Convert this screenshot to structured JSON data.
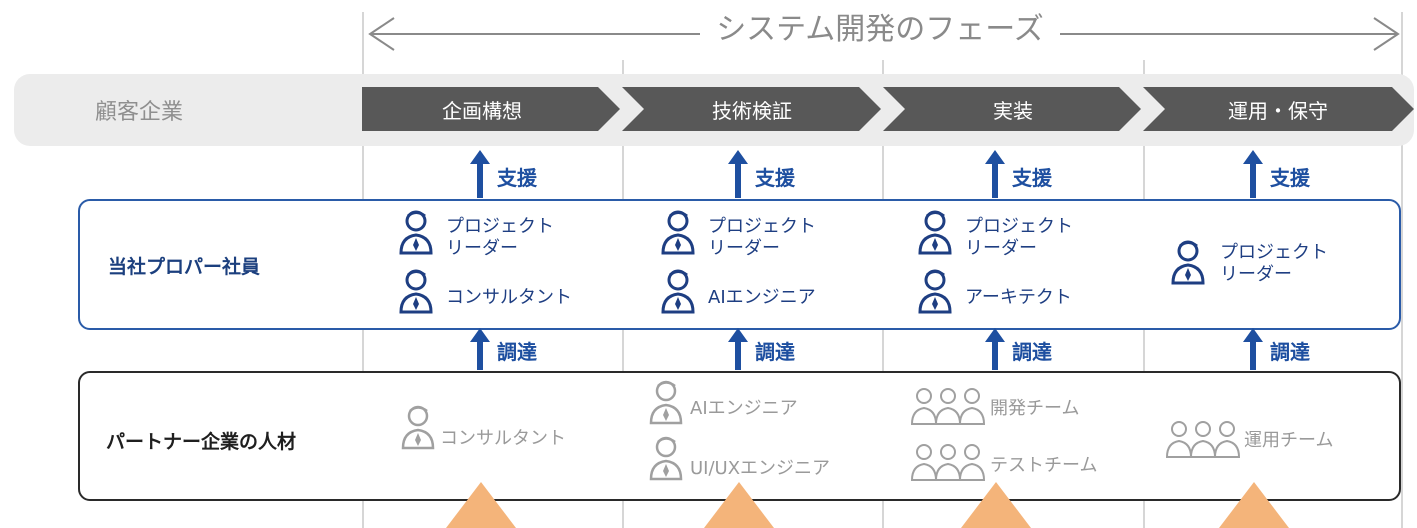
{
  "title": "システム開発のフェーズ",
  "client": {
    "label": "顧客企業"
  },
  "phases": [
    {
      "label": "企画構想"
    },
    {
      "label": "技術検証"
    },
    {
      "label": "実装"
    },
    {
      "label": "運用・保守"
    }
  ],
  "support_label": "支援",
  "procure_label": "調達",
  "own": {
    "label": "当社プロパー社員",
    "columns": [
      {
        "items": [
          {
            "label": "プロジェクト\nリーダー"
          },
          {
            "label": "コンサルタント"
          }
        ]
      },
      {
        "items": [
          {
            "label": "プロジェクト\nリーダー"
          },
          {
            "label": "AIエンジニア"
          }
        ]
      },
      {
        "items": [
          {
            "label": "プロジェクト\nリーダー"
          },
          {
            "label": "アーキテクト"
          }
        ]
      },
      {
        "items": [
          {
            "label": "プロジェクト\nリーダー"
          }
        ]
      }
    ]
  },
  "partner": {
    "label": "パートナー企業の人材",
    "columns": [
      {
        "items": [
          {
            "label": "コンサルタント",
            "icon": "person-icon"
          }
        ]
      },
      {
        "items": [
          {
            "label": "AIエンジニア",
            "icon": "person-icon"
          },
          {
            "label": "UI/UXエンジニア",
            "icon": "person-icon"
          }
        ]
      },
      {
        "items": [
          {
            "label": "開発チーム",
            "icon": "team-icon"
          },
          {
            "label": "テストチーム",
            "icon": "team-icon"
          }
        ]
      },
      {
        "items": [
          {
            "label": "運用チーム",
            "icon": "team-icon"
          }
        ]
      }
    ]
  },
  "colors": {
    "phase_bar": "#585858",
    "own_border": "#2a5ba8",
    "arrow_blue": "#1e4fa0",
    "partner_border": "#2a2a2a",
    "gray_text": "#9a9a9a",
    "orange": "#f4b47a"
  }
}
